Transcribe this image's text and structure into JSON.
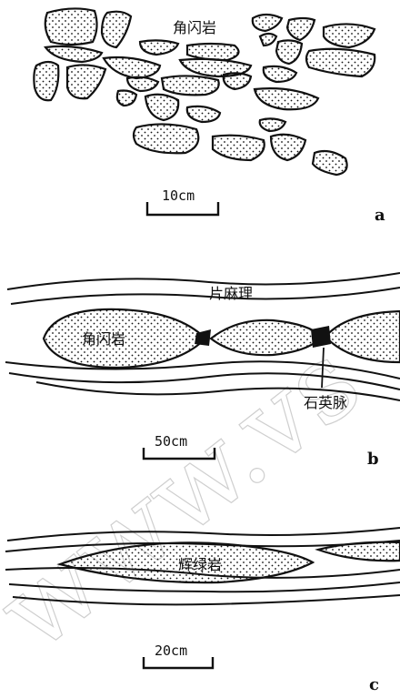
{
  "panel_a": {
    "rock_label": "角闪岩",
    "scale_label": "10cm",
    "letter": "a"
  },
  "panel_b": {
    "foliation_label": "片麻理",
    "rock_label": "角闪岩",
    "vein_label": "石英脉",
    "scale_label": "50cm",
    "letter": "b"
  },
  "panel_c": {
    "rock_label": "辉绿岩",
    "scale_label": "20cm",
    "letter": "c"
  },
  "watermark": "www.vs"
}
